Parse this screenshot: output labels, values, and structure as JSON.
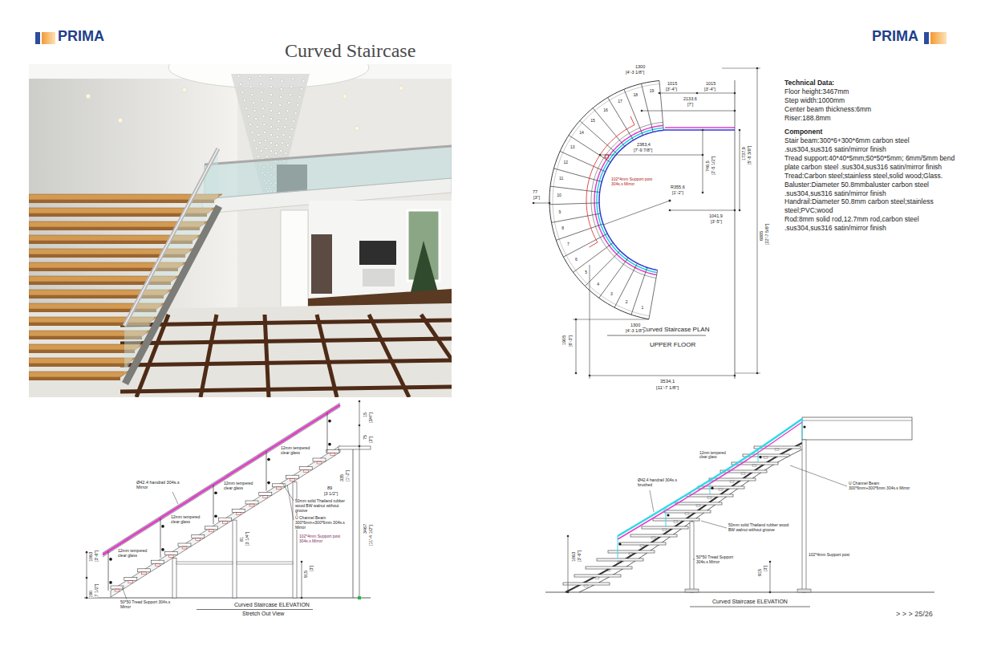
{
  "diagram": {
    "title": "Curved Staircase",
    "labels": [
      "PRIMA",
      "PRIMA",
      "Technical Data:",
      "Floor height:3467mm",
      "Step width:1000mm",
      "Center beam thickness:6mm",
      "Riser:188.8mm",
      "Component",
      "Stair beam:300*6+300*6mm carbon steel .sus304,sus316 satin/mirror finish",
      "Tread support:40*40*5mm;50*50*5mm; 6mm/5mm bend plate carbon steel .sus304,sus316 satin/mirror finish",
      "Tread:Carbon steel;stainless steel,solid wood;Glass.",
      "Baluster:Diameter 50.8mmbaluster carbon steel .sus304,sus316 satin/mirror finish",
      "Handrail:Diameter 50.8mm carbon steel;stainless steel;PVC;wood",
      "Rod:8mm solid rod,12.7mm rod,carbon steel .sus304,sus316 satin/mirror finish",
      "> > > 25/26",
      "Curved Staircase PLAN",
      "UPPER FLOOR",
      "1015",
      "[3'-4\"]",
      "1015",
      "[3'-4\"]",
      "2133,6",
      "[7']",
      "2383,4",
      "[7'-9 7/8\"]",
      "R355,6",
      "[1'-2\"]",
      "746,5",
      "[2'-5 1/2\"]",
      "1041,9",
      "[3'-5\"]",
      "1737,9",
      "[5'-8 3/8\"]",
      "6885",
      "[22'-7 5/8\"]",
      "77",
      "[3\"]",
      "1905",
      "[6'-3\"]",
      "1300",
      "[4'-3 1/8\"]",
      "1300",
      "[4'-3 1/8\"]",
      "3534,1",
      "[11'-7 1/8\"]",
      "102*4mm Support post 304s.s Mirror",
      "1",
      "2",
      "3",
      "4",
      "5",
      "6",
      "7",
      "8",
      "9",
      "10",
      "11",
      "12",
      "13",
      "14",
      "15",
      "16",
      "17",
      "18",
      "19",
      "Ø42.4 handrail 304s.s Mirror",
      "12mm tempered clear glass",
      "12mm tempered clear glass",
      "12mm tempered clear glass",
      "12mm tempered clear glass",
      "50mm solid Thailand rubber wood BW walnut without groove",
      "U Channel Beam 300*6mm+300*6mm 304s.s Mirror",
      "102*4mm Support post 304s.s Mirror",
      "50*50 Tread Support 304s.s Mirror",
      "Curved Staircase ELEVATION",
      "Stretch Out View",
      "15",
      "[3/4\"]",
      "75",
      "[3\"]",
      "335",
      "[1'-2\"]",
      "89",
      "[3 1/2\"]",
      "3467",
      "[11'-4 1/2\"]",
      "81",
      "[3 1/4\"]",
      "1063",
      "[3'-6\"]",
      "915",
      "[3']",
      "190",
      "[7 1/2\"]",
      "Ø42.4 handrail 304s.s brushed",
      "12mm tempered clear glass",
      "U Channel Beam 300*6mm+300*6mm 304s.s Mirror",
      "50mm solid Thailand rubber wood BW walnut without groove",
      "50*50 Tread Support 304s.s Mirror",
      "102*4mm Support post",
      "1063",
      "[3'-6\"]",
      "915",
      "[3']",
      "Curved Staircase ELEVATION"
    ]
  }
}
